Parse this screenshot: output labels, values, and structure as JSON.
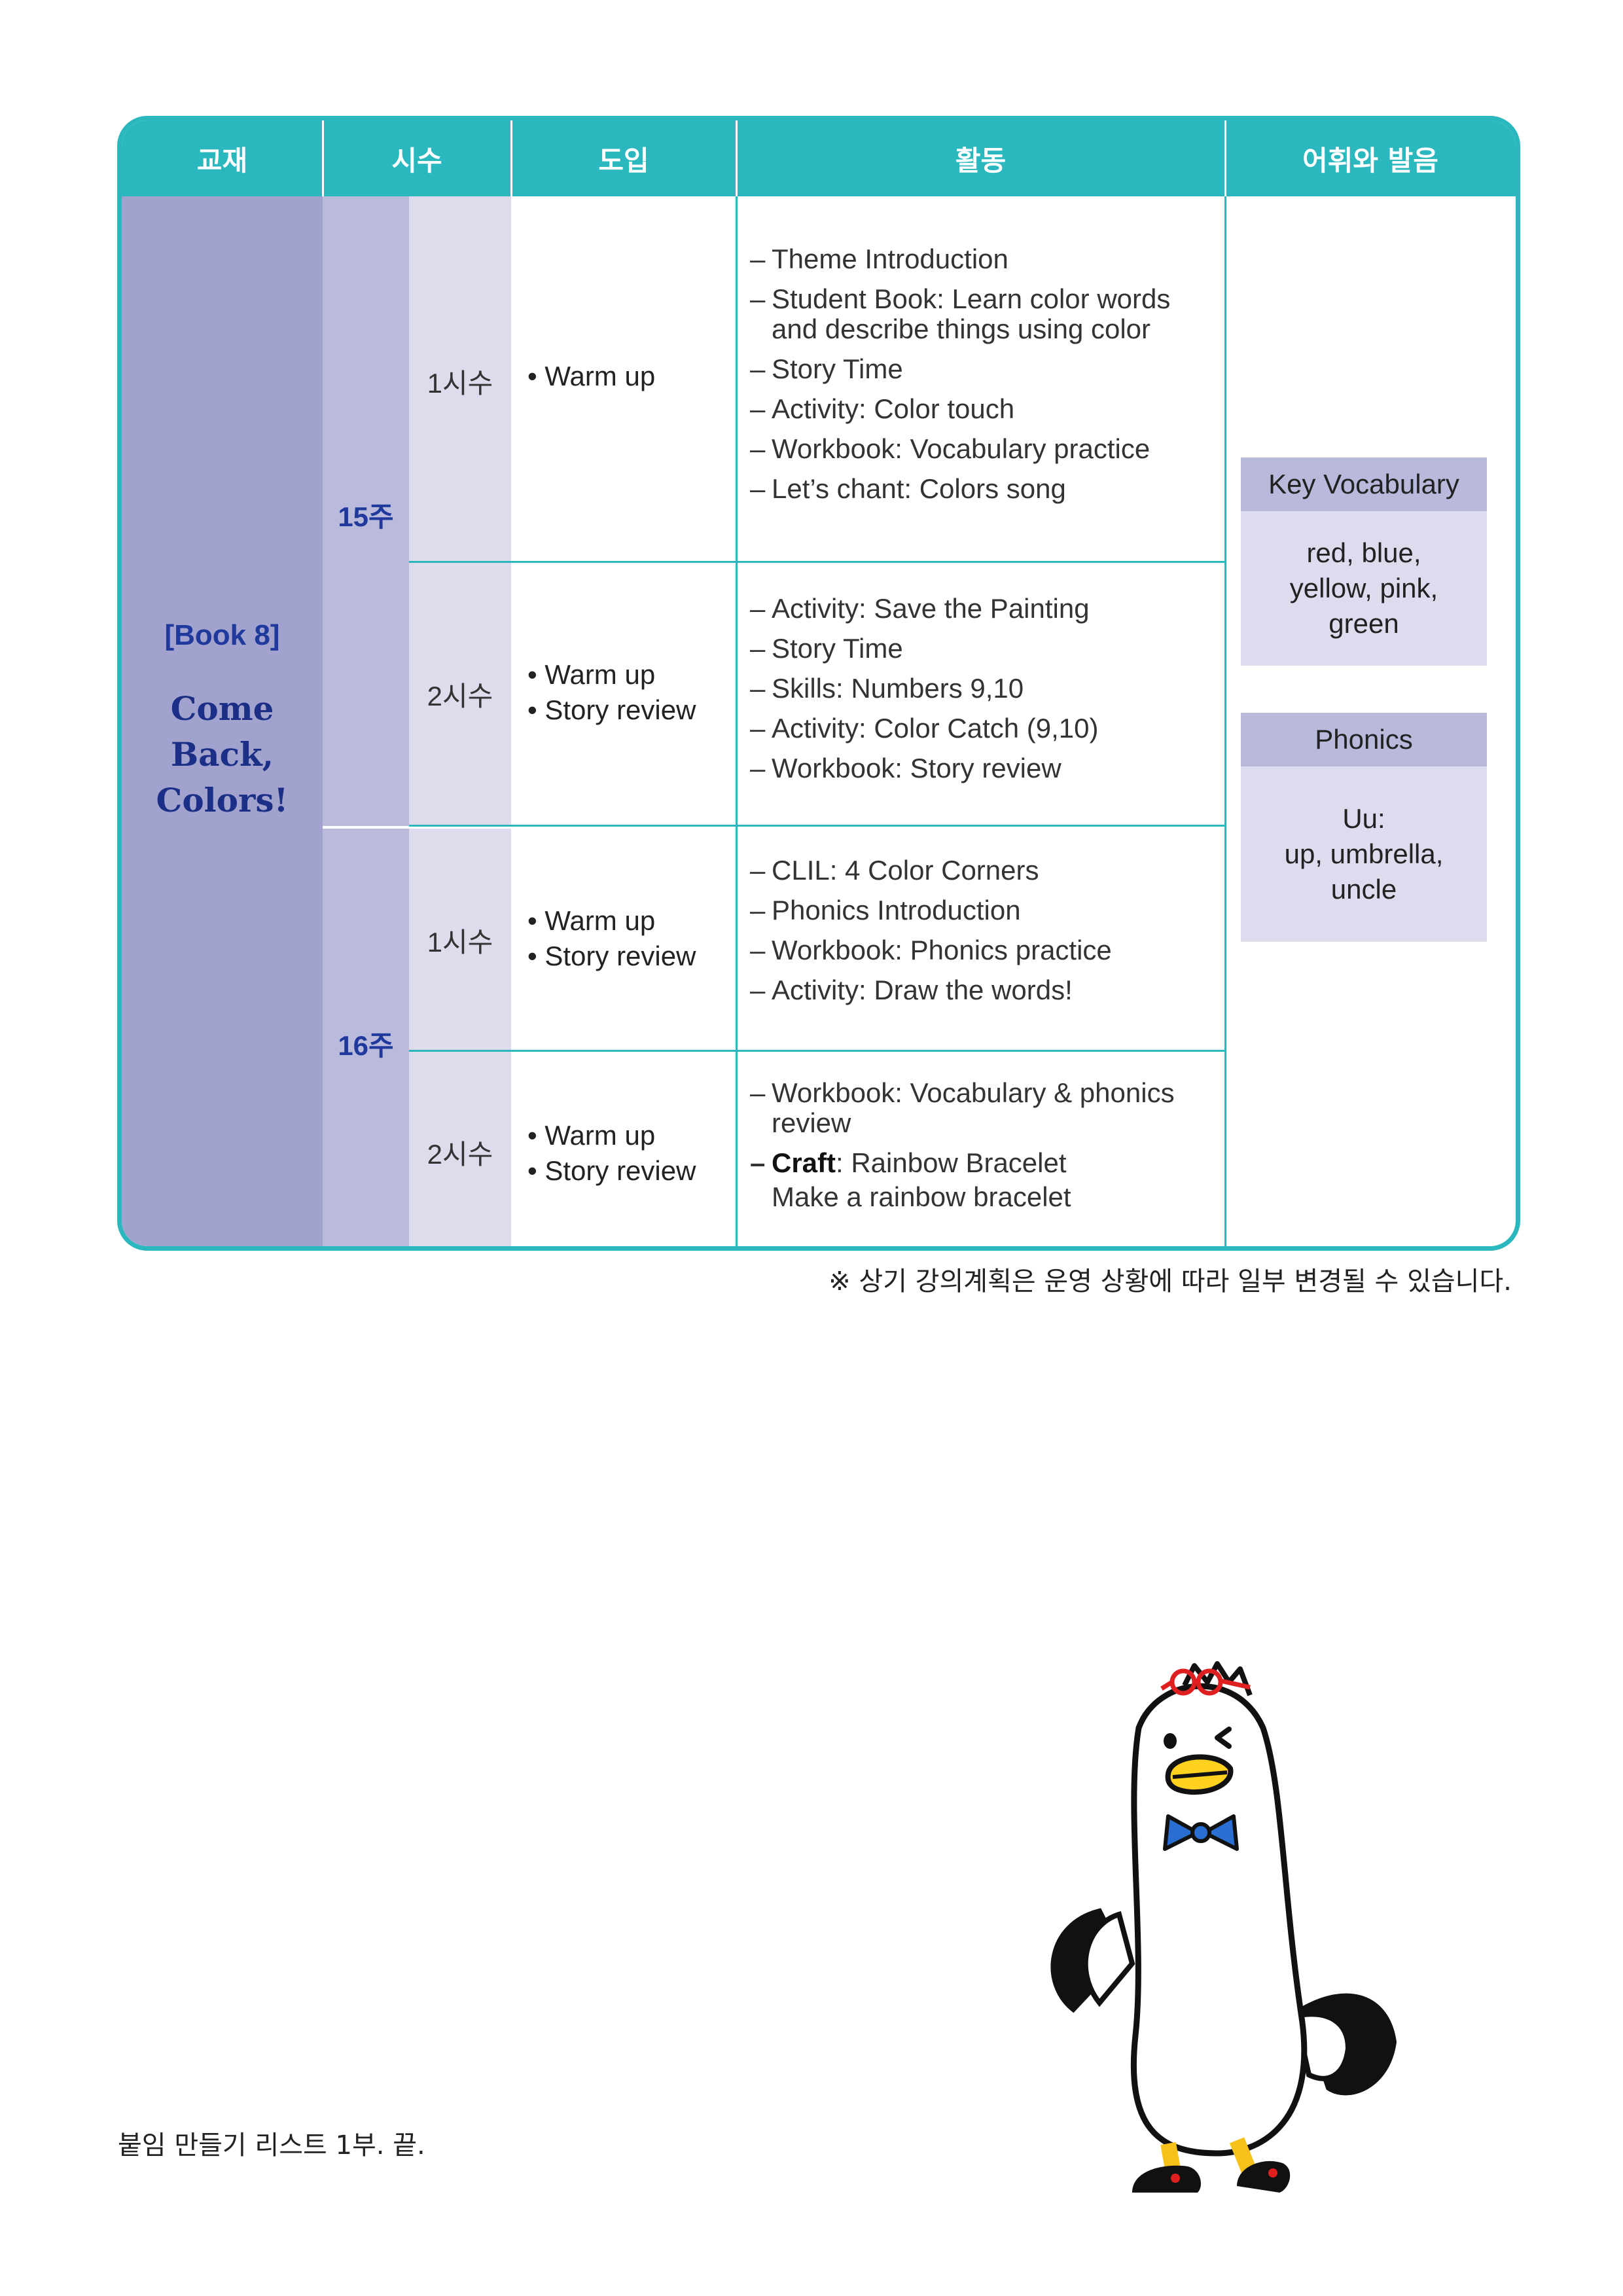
{
  "header": {
    "col_book": "교재",
    "col_session": "시수",
    "col_intro": "도입",
    "col_activity": "활동",
    "col_vocab": "어휘와 발음"
  },
  "book": {
    "tag": "[Book 8]",
    "title_lines": [
      "Come",
      "Back,",
      "Colors!"
    ]
  },
  "weeks": [
    {
      "label": "15주"
    },
    {
      "label": "16주"
    }
  ],
  "sessions": [
    {
      "label": "1시수",
      "intro": [
        "• Warm up"
      ],
      "activities": [
        {
          "dash": "–",
          "lines": [
            "Theme Introduction"
          ]
        },
        {
          "dash": "–",
          "lines": [
            "Student Book: Learn color words",
            "and describe things using color"
          ]
        },
        {
          "dash": "–",
          "lines": [
            "Story Time"
          ]
        },
        {
          "dash": "–",
          "lines": [
            "Activity: Color touch"
          ]
        },
        {
          "dash": "–",
          "lines": [
            "Workbook: Vocabulary practice"
          ]
        },
        {
          "dash": "–",
          "lines": [
            "Let’s chant: Colors song"
          ]
        }
      ]
    },
    {
      "label": "2시수",
      "intro": [
        "• Warm up",
        "• Story review"
      ],
      "activities": [
        {
          "dash": "–",
          "lines": [
            "Activity: Save the Painting"
          ]
        },
        {
          "dash": "–",
          "lines": [
            "Story Time"
          ]
        },
        {
          "dash": "–",
          "lines": [
            "Skills: Numbers 9,10"
          ]
        },
        {
          "dash": "–",
          "lines": [
            "Activity: Color Catch (9,10)"
          ]
        },
        {
          "dash": "–",
          "lines": [
            "Workbook: Story review"
          ]
        }
      ]
    },
    {
      "label": "1시수",
      "intro": [
        "• Warm up",
        "• Story review"
      ],
      "activities": [
        {
          "dash": "–",
          "lines": [
            "CLIL: 4 Color Corners"
          ]
        },
        {
          "dash": "–",
          "lines": [
            "Phonics Introduction"
          ]
        },
        {
          "dash": "–",
          "lines": [
            "Workbook: Phonics practice"
          ]
        },
        {
          "dash": "–",
          "lines": [
            "Activity: Draw the words!"
          ]
        }
      ]
    },
    {
      "label": "2시수",
      "intro": [
        "• Warm up",
        "• Story review"
      ],
      "activities": [
        {
          "dash": "–",
          "lines": [
            "Workbook: Vocabulary & phonics",
            "review"
          ]
        },
        {
          "dash": "–",
          "bold": "Craft",
          "rest": ": Rainbow Bracelet",
          "lines": [
            "Make a rainbow bracelet"
          ]
        }
      ]
    }
  ],
  "vocab": {
    "key_title": "Key Vocabulary",
    "key_lines": [
      "red, blue,",
      "yellow, pink,",
      "green"
    ],
    "phonics_title": "Phonics",
    "phonics_lines": [
      "Uu:",
      "up, umbrella,",
      "uncle"
    ]
  },
  "note": "※ 상기 강의계획은 운영 상황에 따라 일부 변경될 수 있습니다.",
  "footer": "붙임 만들기 리스트 1부.  끝.",
  "colors": {
    "teal": "#2ab7bd",
    "book_col": "#a2a2ce",
    "week_col": "#babadd",
    "session_col": "#dcdcec",
    "title_blue": "#1b2f86"
  },
  "mascot": {
    "icon": "duck-mascot-illustration"
  }
}
